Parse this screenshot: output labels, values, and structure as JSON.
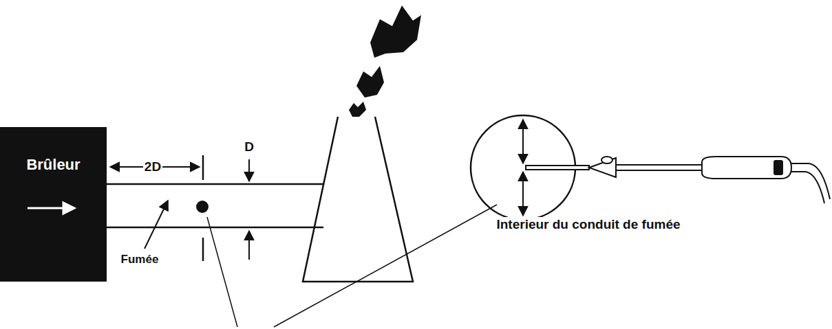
{
  "diagram": {
    "nodes": [
      {
        "text": [
          "Brûleur"
        ]
      }
    ],
    "labels": [
      "2D",
      "D",
      "Fumée",
      "Interieur du conduit de fumée"
    ]
  }
}
